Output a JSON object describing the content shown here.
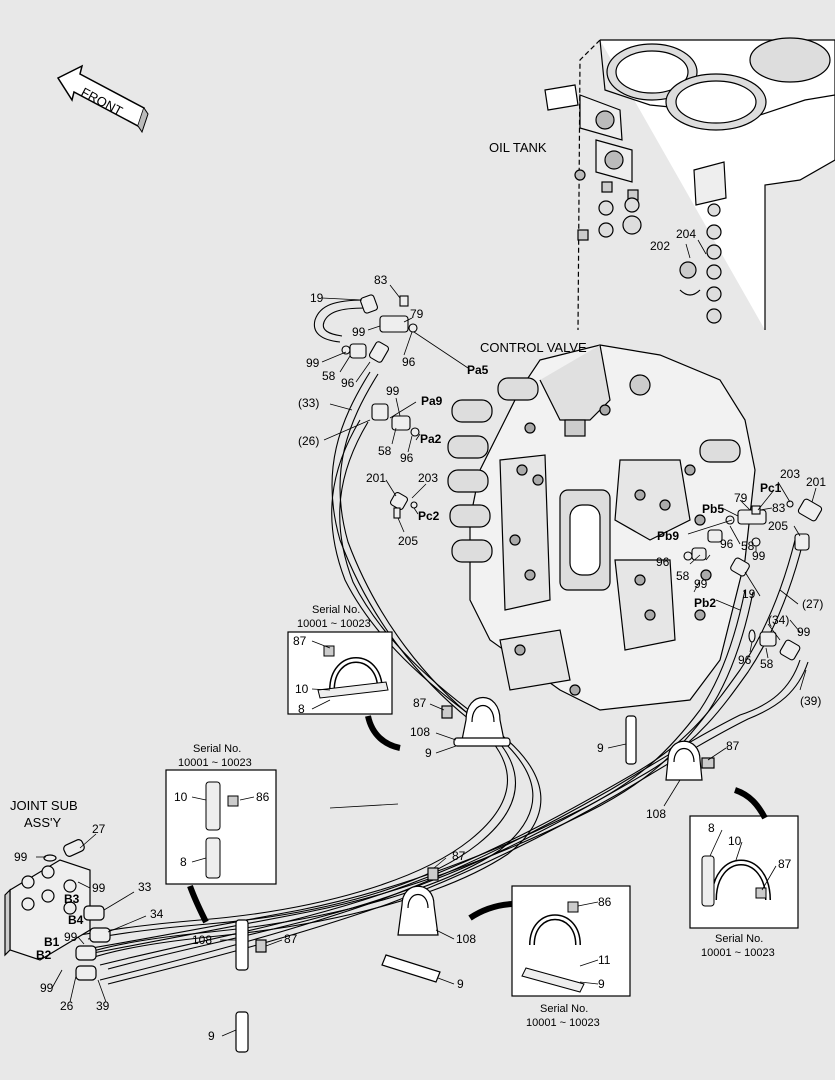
{
  "front_arrow": "FRONT",
  "oil_tank": "OIL TANK",
  "control_valve": "CONTROL VALVE",
  "joint_sub_line1": "JOINT SUB",
  "joint_sub_line2": "ASS'Y",
  "serial_label": "Serial No.",
  "serial_range": "10001 ~ 10023",
  "ports": {
    "pa5": "Pa5",
    "pa9": "Pa9",
    "pa2": "Pa2",
    "pc2": "Pc2",
    "pc1": "Pc1",
    "pb5": "Pb5",
    "pb9": "Pb9",
    "pb2": "Pb2",
    "b1": "B1",
    "b2": "B2",
    "b3": "B3",
    "b4": "B4"
  },
  "parts": {
    "p8": "8",
    "p9": "9",
    "p10": "10",
    "p11": "11",
    "p19": "19",
    "p26": "26",
    "p27": "27",
    "p33": "33",
    "p34": "34",
    "p39": "39",
    "p58": "58",
    "p79": "79",
    "p83": "83",
    "p86": "86",
    "p87": "87",
    "p96": "96",
    "p99": "99",
    "p108": "108",
    "p201": "201",
    "p202": "202",
    "p203": "203",
    "p204": "204",
    "p205": "205",
    "p26p": "(26)",
    "p27p": "(27)",
    "p33p": "(33)",
    "p34p": "(34)",
    "p39p": "(39)"
  }
}
